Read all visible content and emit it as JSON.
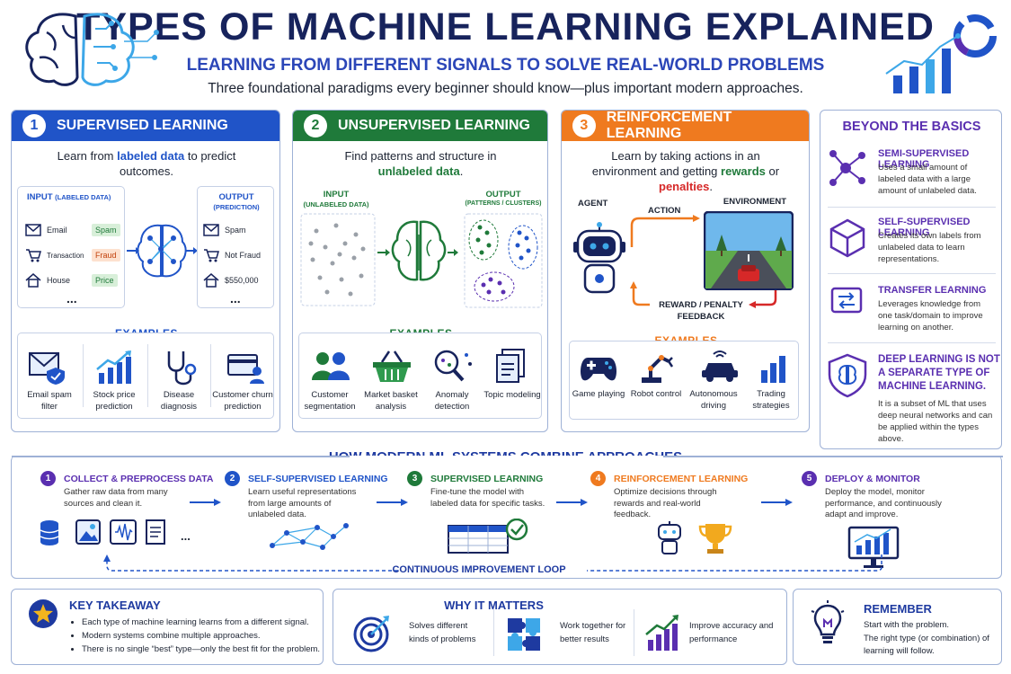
{
  "header": {
    "title": "TYPES OF MACHINE LEARNING EXPLAINED",
    "subtitle": "LEARNING FROM DIFFERENT SIGNALS TO SOLVE REAL-WORLD PROBLEMS",
    "tagline": "Three foundational paradigms every beginner should know—plus important modern approaches."
  },
  "colors": {
    "supervised": "#2054c8",
    "unsupervised": "#1f7a3a",
    "reinforcement": "#ef7a1f",
    "beyond": "#5a2fb0",
    "navy": "#17235c"
  },
  "supervised": {
    "num": "1",
    "title": "SUPERVISED LEARNING",
    "desc_pre": "Learn from ",
    "desc_hl": "labeled data",
    "desc_post": " to predict outcomes.",
    "input_title": "INPUT",
    "input_sub": "(LABELED DATA)",
    "output_title": "OUTPUT",
    "output_sub": "(PREDICTION)",
    "rows": [
      {
        "label": "Email",
        "tag": "Spam",
        "output": "Spam",
        "icon": "envelope-icon"
      },
      {
        "label": "Transaction",
        "tag": "Fraud",
        "output": "Not Fraud",
        "icon": "cart-icon"
      },
      {
        "label": "House",
        "tag": "Price",
        "output": "$550,000",
        "icon": "house-icon"
      }
    ],
    "ellipsis": "...",
    "examples_title": "EXAMPLES",
    "examples": [
      "Email spam filter",
      "Stock price prediction",
      "Disease diagnosis",
      "Customer churn prediction"
    ]
  },
  "unsupervised": {
    "num": "2",
    "title": "UNSUPERVISED LEARNING",
    "desc_pre": "Find patterns and structure in ",
    "desc_hl": "unlabeled data",
    "desc_post": ".",
    "input_title": "INPUT",
    "input_sub": "(UNLABELED DATA)",
    "output_title": "OUTPUT",
    "output_sub": "(PATTERNS / CLUSTERS)",
    "examples_title": "EXAMPLES",
    "examples": [
      "Customer segmentation",
      "Market basket analysis",
      "Anomaly detection",
      "Topic modeling"
    ]
  },
  "reinforcement": {
    "num": "3",
    "title": "REINFORCEMENT LEARNING",
    "desc_pre": "Learn by taking actions in an environment and getting ",
    "desc_hl": "rewards",
    "desc_mid": " or ",
    "desc_hl2": "penalties",
    "desc_post": ".",
    "agent": "AGENT",
    "action": "ACTION",
    "environment": "ENVIRONMENT",
    "feedback": "REWARD / PENALTY FEEDBACK",
    "examples_title": "EXAMPLES",
    "examples": [
      "Game playing",
      "Robot control",
      "Autonomous driving",
      "Trading strategies"
    ]
  },
  "beyond": {
    "title": "BEYOND THE BASICS",
    "items": [
      {
        "title": "SEMI-SUPERVISED LEARNING",
        "desc": "Uses a small amount of labeled data with a large amount of unlabeled data."
      },
      {
        "title": "SELF-SUPERVISED LEARNING",
        "desc": "Creates its own labels from unlabeled data to learn representations."
      },
      {
        "title": "TRANSFER LEARNING",
        "desc": "Leverages knowledge from one task/domain to improve learning on another."
      },
      {
        "title": "DEEP LEARNING IS NOT A SEPARATE TYPE OF MACHINE LEARNING.",
        "desc": "It is a subset of ML that uses deep neural networks and can be applied within the types above."
      }
    ]
  },
  "pipeline": {
    "title": "HOW MODERN ML SYSTEMS COMBINE APPROACHES",
    "steps": [
      {
        "num": "1",
        "title": "COLLECT & PREPROCESS DATA",
        "desc": "Gather raw data from many sources and clean it.",
        "color": "#5a2fb0"
      },
      {
        "num": "2",
        "title": "SELF-SUPERVISED LEARNING",
        "desc": "Learn useful representations from large amounts of unlabeled data.",
        "color": "#2054c8"
      },
      {
        "num": "3",
        "title": "SUPERVISED LEARNING",
        "desc": "Fine-tune the model with labeled data for specific tasks.",
        "color": "#1f7a3a"
      },
      {
        "num": "4",
        "title": "REINFORCEMENT LEARNING",
        "desc": "Optimize decisions through rewards and real-world feedback.",
        "color": "#ef7a1f"
      },
      {
        "num": "5",
        "title": "DEPLOY & MONITOR",
        "desc": "Deploy the model, monitor performance, and continuously adapt and improve.",
        "color": "#5a2fb0"
      }
    ],
    "ellipsis": "...",
    "loop": "CONTINUOUS IMPROVEMENT LOOP"
  },
  "takeaway": {
    "title": "KEY TAKEAWAY",
    "bullets": [
      "Each type of machine learning learns from a different signal.",
      "Modern systems combine multiple approaches.",
      "There is no single “best” type—only the best fit for the problem."
    ]
  },
  "why": {
    "title": "WHY IT MATTERS",
    "items": [
      "Solves different kinds of problems",
      "Work together for better results",
      "Improve accuracy and performance"
    ]
  },
  "remember": {
    "title": "REMEMBER",
    "line1": "Start with the problem.",
    "line2": "The right type (or combination) of learning will follow."
  }
}
